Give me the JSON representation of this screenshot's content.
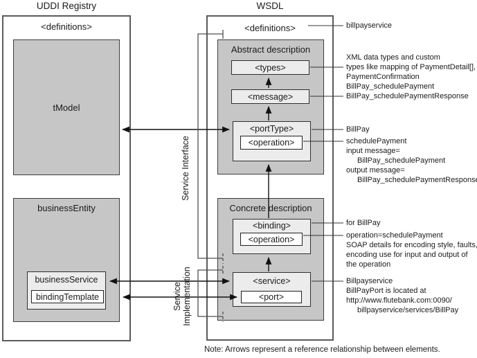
{
  "titles": {
    "uddi": "UDDI Registry",
    "wsdl": "WSDL"
  },
  "uddi": {
    "definitions": "<definitions>",
    "tmodel": "tModel",
    "business_entity": "businessEntity",
    "business_service": "businessService",
    "binding_template": "bindingTemplate"
  },
  "wsdl": {
    "definitions": "<definitions>",
    "abstract": {
      "title": "Abstract description",
      "types": "<types>",
      "message": "<message>",
      "port_type": "<portType>",
      "operation": "<operation>"
    },
    "concrete": {
      "title": "Concrete description",
      "binding": "<binding>",
      "operation": "<operation>",
      "service": "<service>",
      "port": "<port>"
    }
  },
  "brackets": {
    "service_interface": "Service Interface",
    "service_implementation": "Service Implementation"
  },
  "annotations": [
    {
      "lines": [
        "billpayservice"
      ]
    },
    {
      "lines": [
        "XML data types and custom",
        "types like mapping of PaymentDetail[],",
        "PaymentConfirmation"
      ]
    },
    {
      "lines": [
        "BillPay_schedulePayment",
        "BillPay_schedulePaymentResponse"
      ]
    },
    {
      "lines": [
        "BillPay"
      ]
    },
    {
      "lines": [
        "schedulePayment",
        "input message=",
        "BillPay_schedulePayment",
        "output message=",
        "BillPay_schedulePaymentResponse"
      ]
    },
    {
      "lines": [
        "for BillPay"
      ]
    },
    {
      "lines": [
        "operation=schedulePayment",
        "SOAP details for encoding style, faults,",
        "encoding use for input and output of",
        "the operation"
      ]
    },
    {
      "lines": [
        "Billpayservice",
        "BillPayPort is located at",
        "http://www.flutebank.com:0090/",
        "billpayservice/services/BillPay"
      ]
    }
  ],
  "note": "Note: Arrows represent a reference relationship between elements.",
  "colors": {
    "section_fill": "#c6c6c6",
    "element_fill": "#ececec",
    "inner_fill": "#ffffff",
    "line": "#1a1a1a",
    "outer_border": "#5a5a5a",
    "background": "#ffffff"
  }
}
